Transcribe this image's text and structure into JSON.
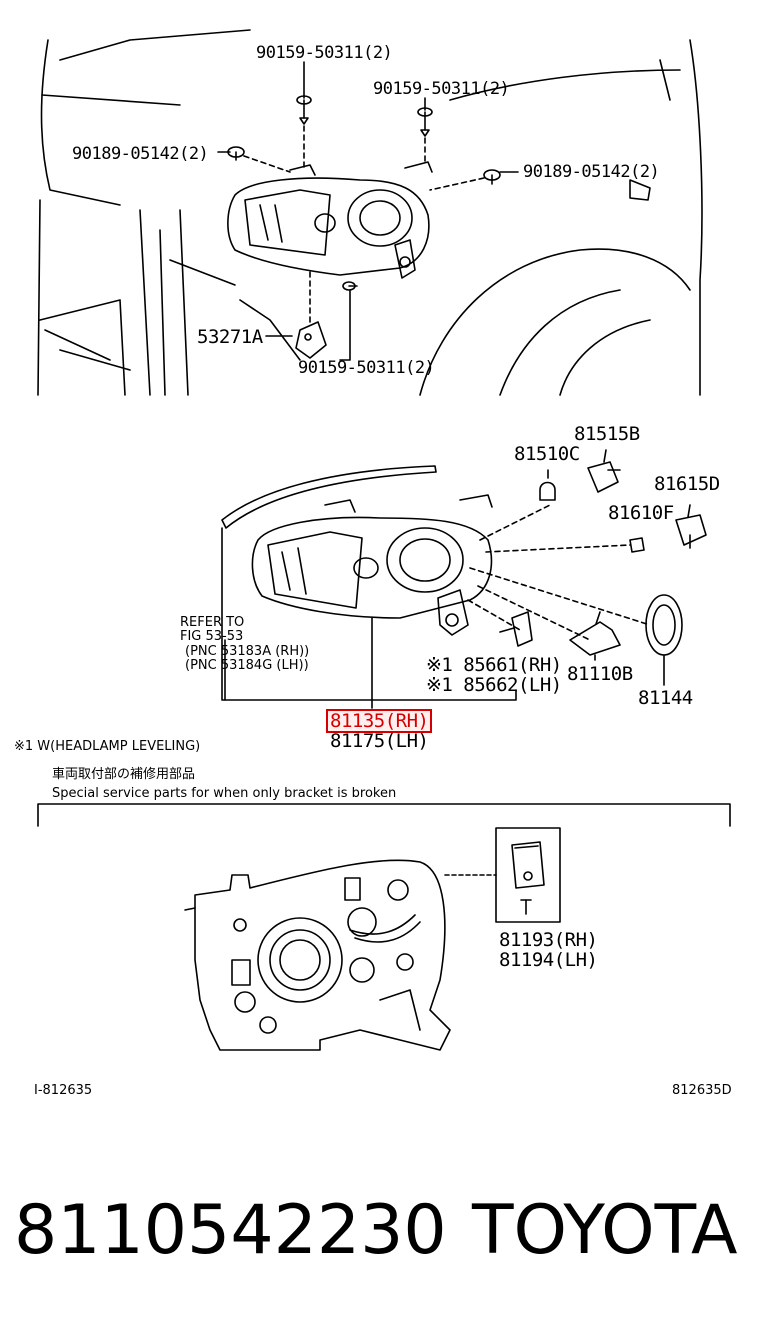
{
  "top_section": {
    "bolt_top_center": "90159-50311(2)",
    "bolt_top_right": "90159-50311(2)",
    "clip_left": "90189-05142(2)",
    "clip_right": "90189-05142(2)",
    "bracket": "53271A",
    "bolt_bottom": "90159-50311(2)"
  },
  "middle_section": {
    "bulb_81515B": "81515B",
    "bulb_81510C": "81510C",
    "socket_81615D": "81615D",
    "bulb_81610F": "81610F",
    "refer_line1": "REFER TO",
    "refer_line2": "FIG 53-53",
    "refer_line3": "(PNC 53183A (RH))",
    "refer_line4": "(PNC 53184G (LH))",
    "leveling_rh": "※1 85661(RH)",
    "leveling_lh": "※1 85662(LH)",
    "bulb_81110B": "81110B",
    "cover_81144": "81144",
    "assembly_rh": "81135(RH)",
    "assembly_lh": "81175(LH)",
    "footnote": "※1 W(HEADLAMP LEVELING)"
  },
  "bottom_section": {
    "jp_title": "車両取付部の補修用部品",
    "en_title": "Special service parts for when only bracket is broken",
    "repair_rh": "81193(RH)",
    "repair_lh": "81194(LH)",
    "code_left": "I-812635",
    "code_right": "812635D"
  },
  "footer": {
    "part_number": "8110542230",
    "brand": "TOYOTA"
  }
}
